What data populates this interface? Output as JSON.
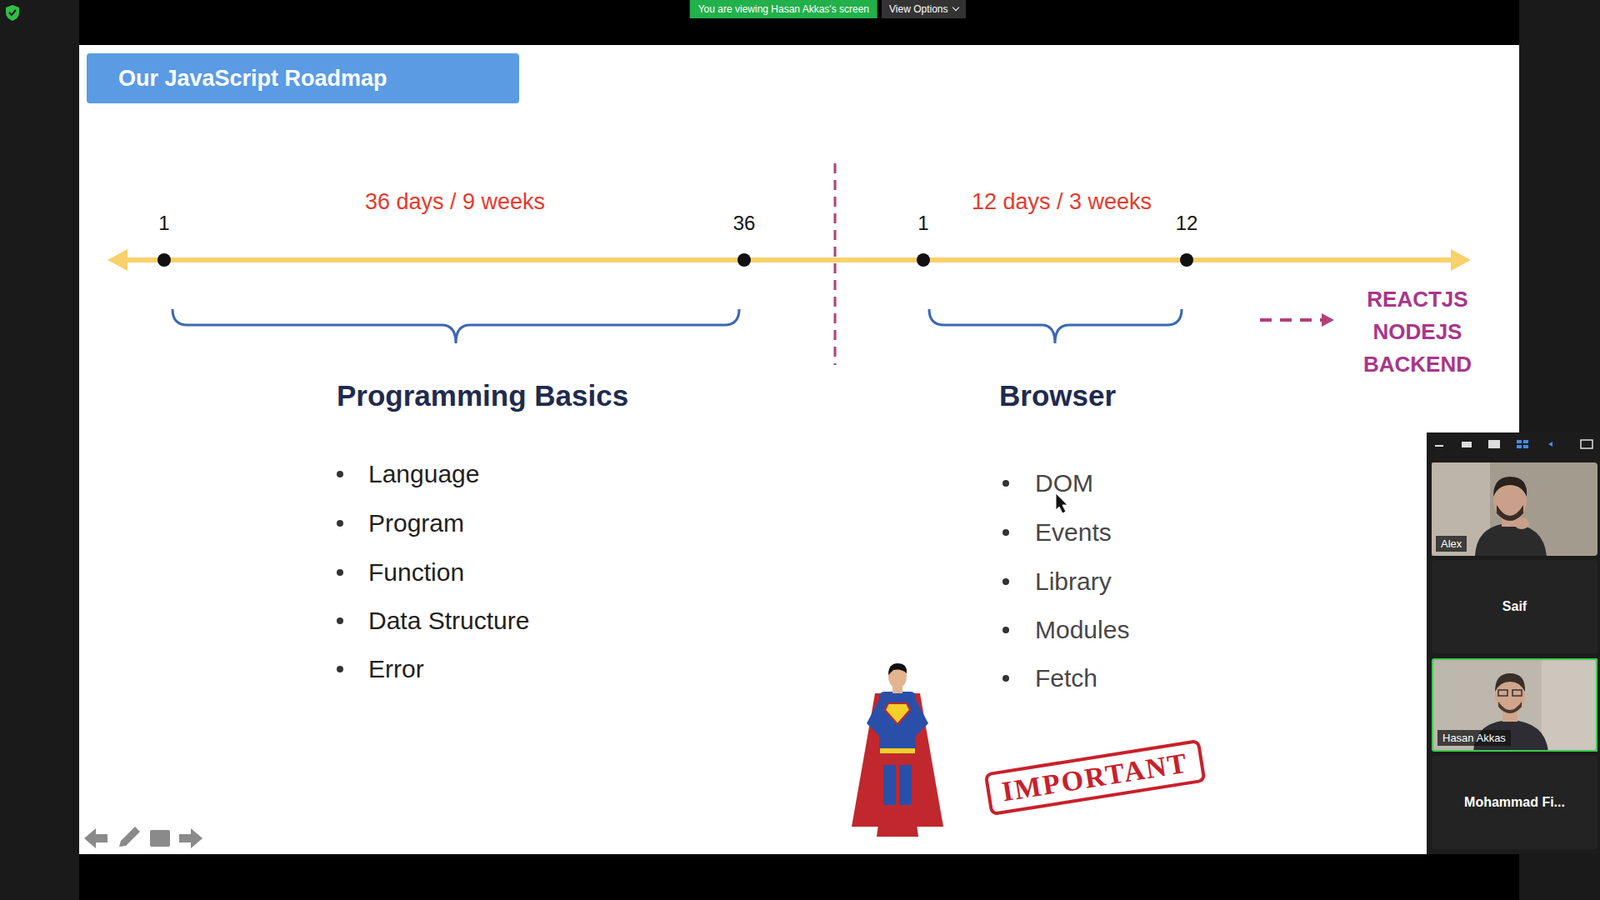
{
  "diagram": {
    "title": "Our JavaScript Roadmap",
    "nodes": [
      {
        "text": [
          "Alex"
        ]
      },
      {
        "text": [
          "Saif"
        ]
      },
      {
        "text": [
          "Hasan Akkas"
        ]
      },
      {
        "text": [
          "Mohammad Fi..."
        ]
      }
    ],
    "labels": [
      "You are viewing Hasan Akkas's screen",
      "View Options",
      "1",
      "36 days / 9 weeks",
      "36",
      "1",
      "12 days / 3 weeks",
      "12",
      "REACTJS NODEJS BACKEND",
      "Programming Basics",
      "Language",
      "Program",
      "Function",
      "Data Structure",
      "Error",
      "Browser",
      "DOM",
      "Events",
      "Library",
      "Modules",
      "Fetch",
      "IMPORTANT"
    ]
  }
}
